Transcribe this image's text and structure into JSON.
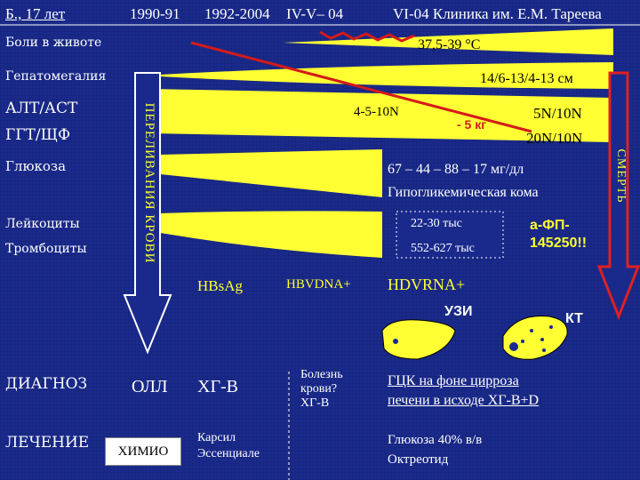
{
  "header": {
    "patient": "Б., 17 лет",
    "period1": "1990-91",
    "period2": "1992-2004",
    "period3": "IV-V– 04",
    "period4": "VI-04 Клиника им. Е.М. Тареева"
  },
  "rows": {
    "pain": "Боли в животе",
    "pain_temp": "37,5-39 °C",
    "hepato": "Гепатомегалия",
    "hepato_size": "14/6-13/4-13 см",
    "alt": "АЛТ/АСТ",
    "ggt": "ГГТ/ЩФ",
    "enzyme_mid": "4-5-10N",
    "weight_loss": "- 5 кг",
    "alt_val": "5N/10N",
    "ggt_val": "20N/10N",
    "glucose": "Глюкоза",
    "glucose_val": "67 – 44 – 88 – 17 мг/дл",
    "hypo": "Гипогликемическая кома",
    "leuko": "Лейкоциты",
    "thrombo": "Тромбоциты",
    "leuko_val": "22-30 тыс",
    "thrombo_val": "552-627 тыс",
    "afp": "а-ФП-\n145250!!"
  },
  "markers": {
    "hbsag": "HBsAg",
    "hbvdna": "HBVDNA+",
    "hdvrna": "HDVRNA+",
    "uzi": "УЗИ",
    "kt": "КТ"
  },
  "arrows": {
    "transfusion": "ПЕРЕЛИВАНИЯ КРОВИ",
    "death": "СМЕРТЬ"
  },
  "diagnosis": {
    "label": "ДИАГНОЗ",
    "oll": "ОЛЛ",
    "hgv": "ХГ-В",
    "blood_disease": "Болезнь\nкрови?\nХГ-В",
    "hcc": "ГЦК на фоне цирроза\nпечени в исходе ХГ-В+D"
  },
  "treatment": {
    "label": "ЛЕЧЕНИЕ",
    "himio": "ХИМИО",
    "karsil": "Карсил\nЭссенциале",
    "glucose_tx": "Глюкоза 40% в/в\nОктреотид"
  },
  "colors": {
    "background": "#1a2a8c",
    "band": "#ffff33",
    "trend_line": "#d41a1a",
    "arrow_fill": "#1a2a8c",
    "arrow_stroke": "#ffffff",
    "death_arrow": "#e02020"
  }
}
